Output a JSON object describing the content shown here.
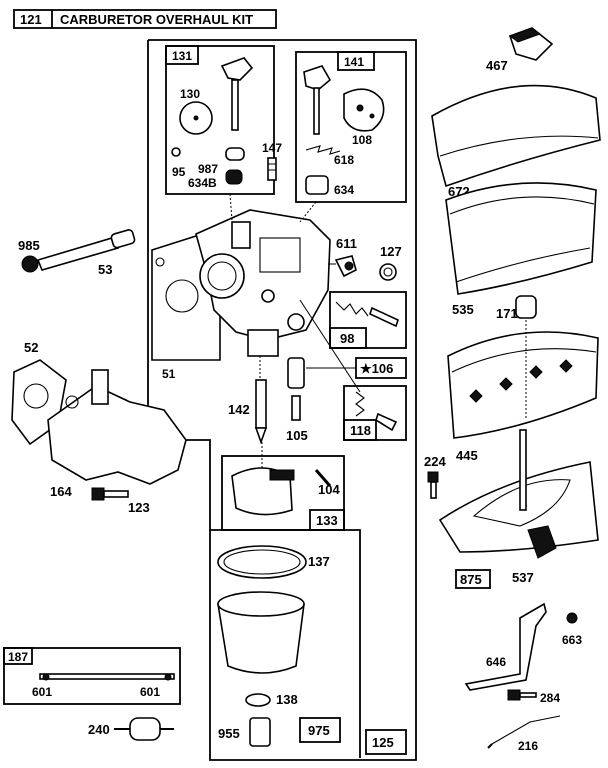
{
  "title": {
    "number": "121",
    "text": "CARBURETOR OVERHAUL KIT"
  },
  "boxes": {
    "b131": "131",
    "b141": "141",
    "b98": "98",
    "b106": "★106",
    "b118": "118",
    "b133": "133",
    "b875": "875",
    "b975": "975",
    "b125": "125",
    "b187": "187"
  },
  "labels": {
    "p130": "130",
    "p95": "95",
    "p987": "987",
    "p634b": "634B",
    "p147": "147",
    "p108": "108",
    "p618": "618",
    "p634": "634",
    "p985": "985",
    "p53": "53",
    "p611": "611",
    "p127": "127",
    "p51": "51",
    "p52": "52",
    "p164": "164",
    "p123": "123",
    "p142": "142",
    "p105": "105",
    "p104": "104",
    "p137": "137",
    "p138": "138",
    "p955": "955",
    "p467": "467",
    "p672": "672",
    "p535": "535",
    "p171": "171",
    "p445": "445",
    "p224": "224",
    "p537": "537",
    "p663": "663",
    "p646": "646",
    "p284": "284",
    "p216": "216",
    "p240": "240",
    "p601a": "601",
    "p601b": "601"
  }
}
